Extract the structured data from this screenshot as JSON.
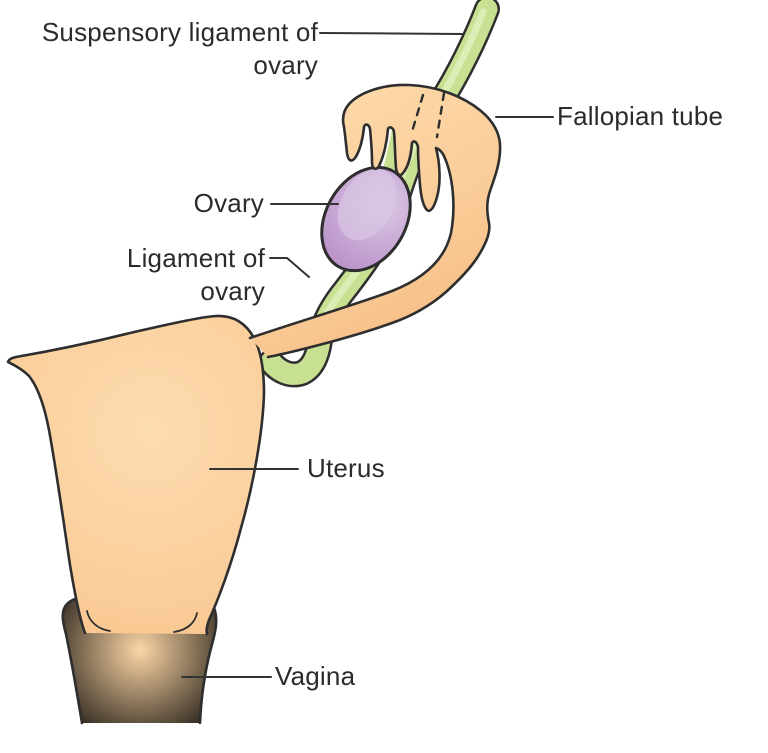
{
  "diagram": {
    "subject": "female-reproductive-system-lateral-schematic",
    "labels": {
      "suspensory_ligament": {
        "line1": "Suspensory ligament of",
        "line2": "ovary"
      },
      "fallopian_tube": {
        "text": "Fallopian tube"
      },
      "ovary": {
        "text": "Ovary"
      },
      "ligament_of_ovary": {
        "line1": "Ligament of",
        "line2": "ovary"
      },
      "uterus": {
        "text": "Uterus"
      },
      "vagina": {
        "text": "Vagina"
      }
    },
    "parts": [
      "suspensory-ligament",
      "fallopian-tube",
      "fimbriae",
      "infundibulum",
      "ovary",
      "ligament-of-ovary",
      "uterus",
      "cervix",
      "vagina"
    ],
    "colors": {
      "peach_light": "#FDDCB0",
      "peach": "#FACC98",
      "peach_shade": "#F3B176",
      "green": "#C8E092",
      "green_highlight": "#E0EEBC",
      "purple": "#B68CC6",
      "purple_light": "#DCCAE6",
      "outline": "#2e2e2e",
      "label_text": "#2b2b2b",
      "leader_line": "#333333",
      "background": "#ffffff"
    }
  }
}
